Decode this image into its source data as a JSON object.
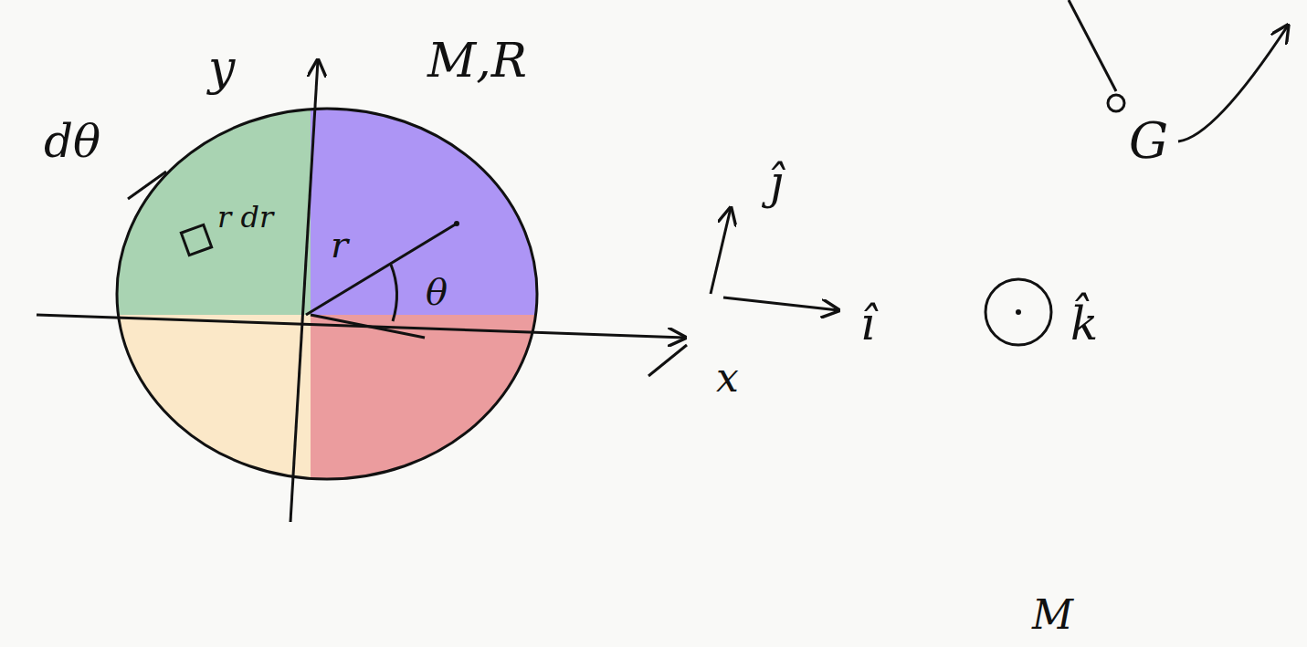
{
  "diagram": {
    "labels": [
      "y",
      "M,R",
      "dθ",
      "r dr",
      "r",
      "θ",
      "x",
      "ĵ",
      "î",
      "k̂",
      "G",
      "M"
    ]
  }
}
